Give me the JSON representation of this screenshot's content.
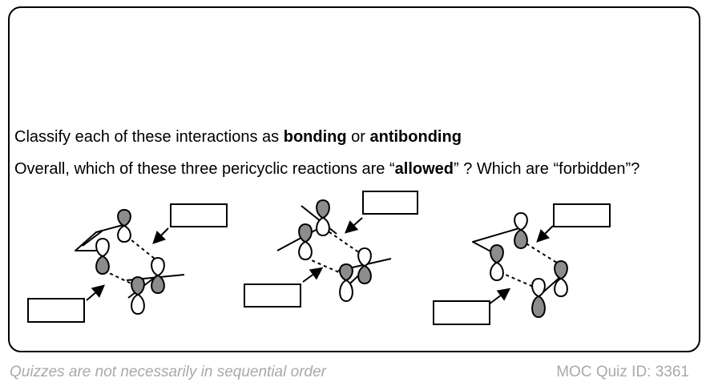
{
  "question": {
    "line1_prefix": "Classify each of these interactions as ",
    "line1_bold1": "bonding",
    "line1_mid": " or ",
    "line1_bold2": "antibonding",
    "line2_prefix": "Overall, which of these three pericyclic reactions are “",
    "line2_bold": "allowed",
    "line2_suffix": "” ? Which are “forbidden”?"
  },
  "footer": {
    "note": "Quizzes are not necessarily in sequential order",
    "quiz_id": "MOC Quiz ID: 3361"
  },
  "colors": {
    "lobe_shaded": "#8c8c8c",
    "lobe_open": "#ffffff",
    "footer_text": "#a9a9a9"
  }
}
